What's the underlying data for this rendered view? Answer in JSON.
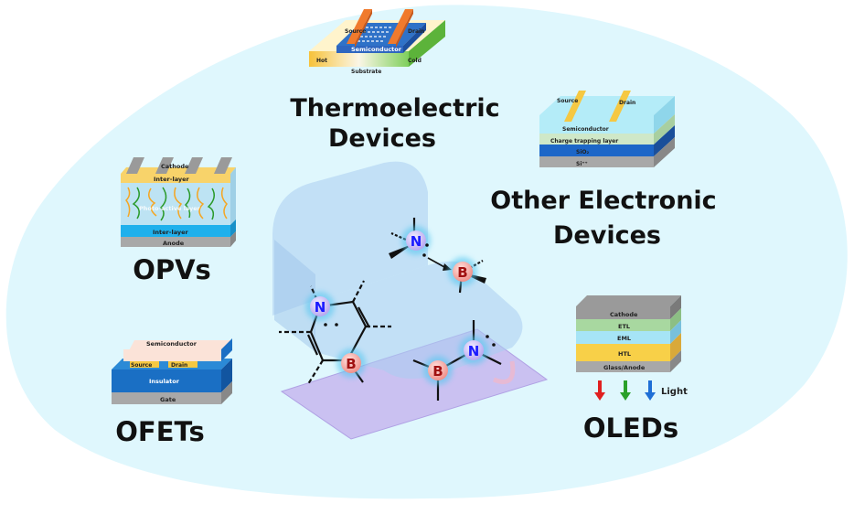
{
  "titles": {
    "thermo_line1": "Thermoelectric",
    "thermo_line2": "Devices",
    "other_line1": "Other Electronic",
    "other_line2": "Devices",
    "opvs": "OPVs",
    "ofets": "OFETs",
    "oleds": "OLEDs"
  },
  "thermoelectric_device": {
    "source": "Source",
    "drain": "Drain",
    "semiconductor": "Semiconductor",
    "hot": "Hot",
    "cold": "Cold",
    "substrate": "Substrate"
  },
  "other_device": {
    "source": "Source",
    "drain": "Drain",
    "layers": [
      "Semiconductor",
      "Charge trapping layer",
      "SiO₂",
      "Si⁺⁺"
    ]
  },
  "opv_device": {
    "cathode": "Cathode",
    "layers": [
      "Inter-layer",
      "Photo-active layer",
      "Inter-layer",
      "Anode"
    ]
  },
  "ofet_device": {
    "semiconductor": "Semiconductor",
    "source": "Source",
    "drain": "Drain",
    "insulator": "Insulator",
    "gate": "Gate"
  },
  "oled_device": {
    "layers": [
      "Cathode",
      "ETL",
      "EML",
      "HTL",
      "Glass/Anode"
    ],
    "light": "Light",
    "arrow_colors": [
      "#e02020",
      "#2aa02a",
      "#1f6fd6"
    ]
  },
  "molecules": {
    "atom_n": "N",
    "atom_b": "B"
  },
  "colors": {
    "background_blob": "#dff7fd",
    "nitrogen": "#1a1aff",
    "boron": "#a01010"
  }
}
